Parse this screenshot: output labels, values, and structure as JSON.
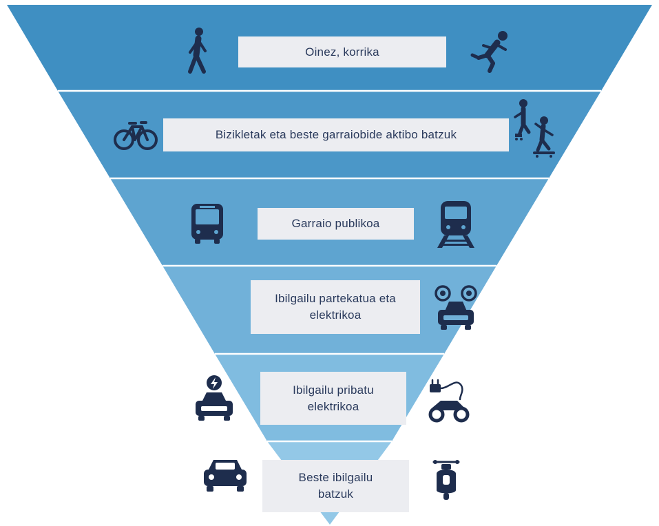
{
  "levels": [
    {
      "label": "Oinez, korrika",
      "color": "#3f8fc2",
      "icons": [
        "walking-person-icon",
        "running-person-icon"
      ]
    },
    {
      "label": "Bizikletak eta beste garraiobide aktibo batzuk",
      "color": "#4b97c8",
      "icons": [
        "bicycle-icon",
        "rollerskate-skateboard-icon"
      ]
    },
    {
      "label": "Garraio publikoa",
      "color": "#5ea4d0",
      "icons": [
        "bus-icon",
        "train-icon"
      ]
    },
    {
      "label": "Ibilgailu partekatua eta elektrikoa",
      "color": "#71b1d9",
      "icons": [
        "shared-car-icon"
      ]
    },
    {
      "label": "Ibilgailu pribatu elektrikoa",
      "color": "#80bce0",
      "icons": [
        "electric-car-icon",
        "electric-motorbike-icon"
      ]
    },
    {
      "label": "Beste ibilgailu batzuk",
      "color": "#93c8e7",
      "icons": [
        "car-icon",
        "scooter-icon"
      ]
    }
  ],
  "colors": {
    "icon": "#1e2d4d",
    "separator": "#ffffff",
    "box": "#ecedf1",
    "text": "#2a3a5c"
  }
}
